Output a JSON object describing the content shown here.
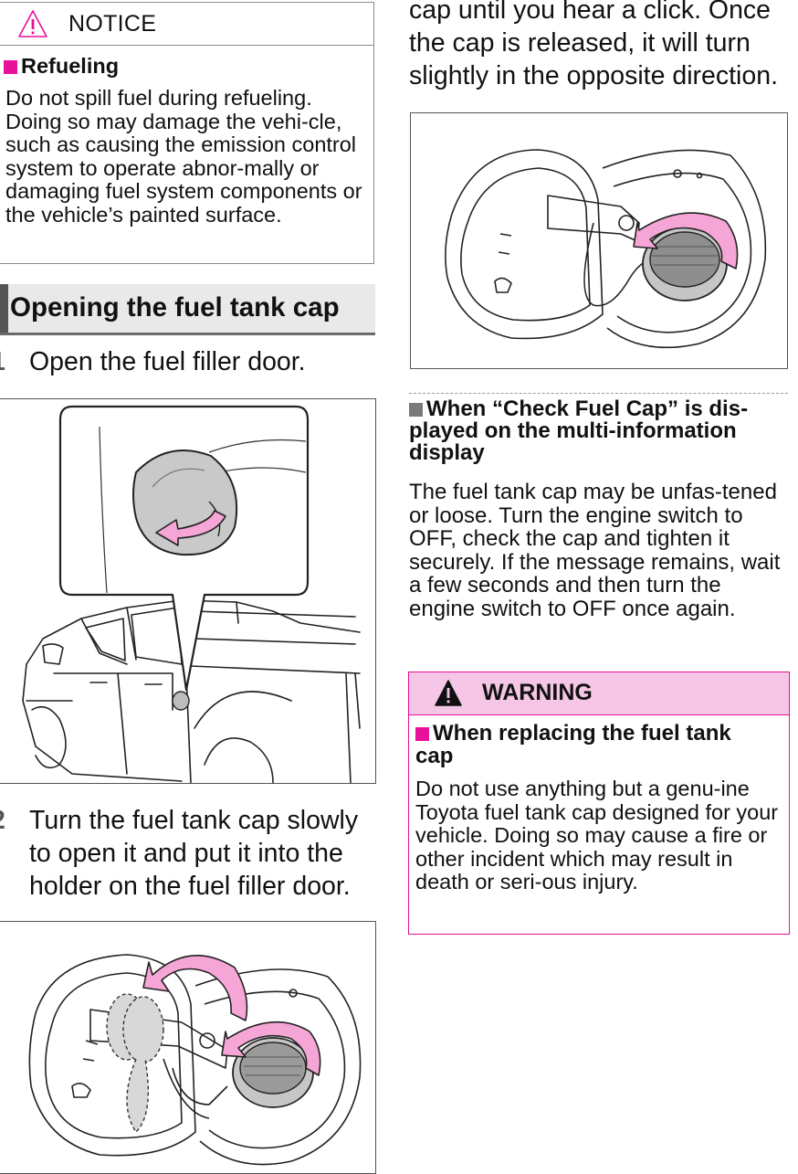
{
  "notice": {
    "title": "NOTICE",
    "heading": "Refueling",
    "body": "Do not spill fuel during refueling. Doing so may damage the vehi-cle, such as causing the emission control system to operate abnor-mally or damaging fuel system components or the vehicle’s painted surface."
  },
  "section": {
    "title": "Opening the fuel tank cap"
  },
  "steps": [
    {
      "number": "1",
      "text": "Open the fuel filler door."
    },
    {
      "number": "2",
      "text": "Turn the fuel tank cap slowly to open it and put it into the holder on the fuel filler door."
    }
  ],
  "right_top_text": "cap until you hear a click. Once the cap is released, it will turn slightly in the opposite direction.",
  "check_cap": {
    "heading": "When “Check Fuel Cap” is dis-played on the multi-information display",
    "body": "The fuel tank cap may be unfas-tened or loose. Turn the engine switch to OFF, check the cap and tighten it securely. If the message remains, wait a few seconds and then turn the engine switch to OFF once again."
  },
  "warning": {
    "title": "WARNING",
    "heading": "When replacing the fuel tank cap",
    "body": "Do not use anything but a genu-ine Toyota fuel tank cap designed for your vehicle. Doing so may cause a fire or other incident which may result in death or seri-ous injury."
  },
  "colors": {
    "accent_pink": "#e8119a",
    "warning_bg": "#f6c6e6",
    "arrow_pink": "#f5a6d6",
    "gray_marker": "#7a7a7a"
  }
}
